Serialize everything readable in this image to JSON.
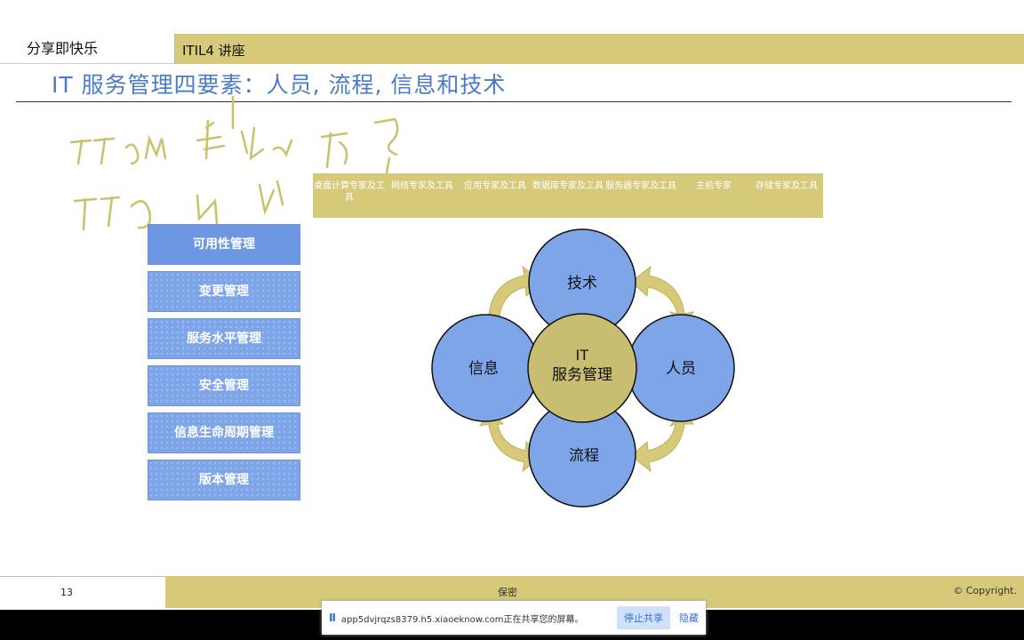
{
  "header": {
    "left_title": "分享即快乐",
    "right_title": "ITIL4 讲座"
  },
  "slide_title": "IT 服务管理四要素：人员, 流程, 信息和技术",
  "top_bar": [
    {
      "label": "桌面计算专家及工具"
    },
    {
      "label": "网络专家及工具"
    },
    {
      "label": "应用专家及工具"
    },
    {
      "label": "数据库专家及工具"
    },
    {
      "label": "服务器专家及工具"
    },
    {
      "label": "主机专家"
    },
    {
      "label": "存储专家及工具"
    }
  ],
  "management_list": [
    {
      "label": "可用性管理"
    },
    {
      "label": "变更管理"
    },
    {
      "label": "服务水平管理"
    },
    {
      "label": "安全管理"
    },
    {
      "label": "信息生命周期管理"
    },
    {
      "label": "版本管理"
    }
  ],
  "diagram": {
    "top": "技术",
    "left": "信息",
    "right": "人员",
    "bottom": "流程",
    "center_line1": "IT",
    "center_line2": "服务管理",
    "circle_color": "#7ea5e8",
    "center_color": "#c9bd72",
    "arrow_color": "#d6c979"
  },
  "footer": {
    "page_number": "13",
    "center_text": "保密",
    "copyright": "© Copyright."
  },
  "share_bar": {
    "message": "app5dvjrqzs8379.h5.xiaoeknow.com正在共享您的屏幕。",
    "stop_label": "停止共享",
    "hide_label": "隐藏"
  }
}
